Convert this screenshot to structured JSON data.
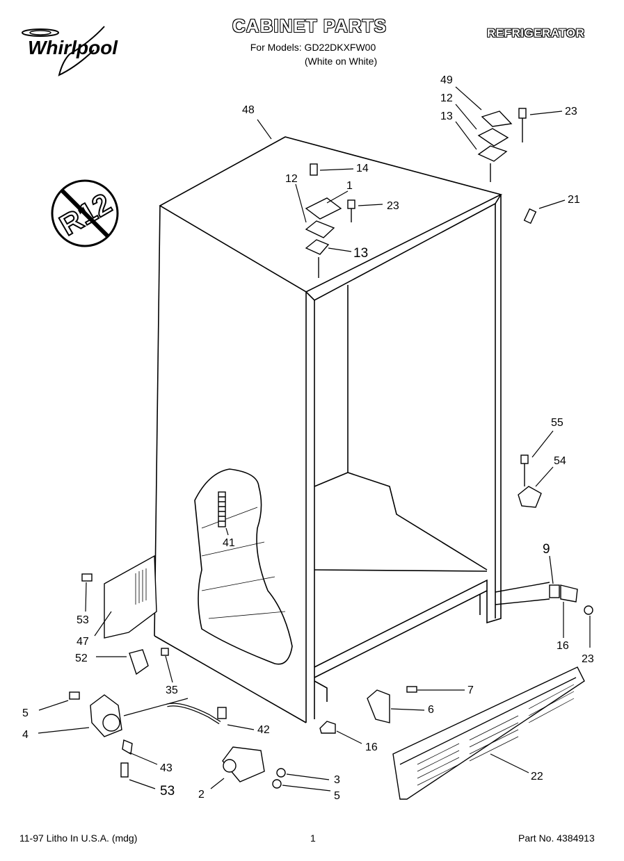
{
  "brand": "Whirlpool",
  "header": {
    "title": "CABINET PARTS",
    "models": "For Models: GD22DKXFW00",
    "color": "(White on White)",
    "category": "REFRIGERATOR"
  },
  "badge": {
    "text": "R12"
  },
  "footer": {
    "litho": "11-97 Litho In U.S.A. (mdg)",
    "page": "1",
    "part_no": "Part No. 4384913"
  },
  "callouts": {
    "c48": "48",
    "c49": "49",
    "c12a": "12",
    "c13a": "13",
    "c23a": "23",
    "c14": "14",
    "c12b": "12",
    "c1": "1",
    "c23b": "23",
    "c13b": "13",
    "c21": "21",
    "c55": "55",
    "c54": "54",
    "c41": "41",
    "c9": "9",
    "c53a": "53",
    "c47": "47",
    "c16a": "16",
    "c23c": "23",
    "c52": "52",
    "c35": "35",
    "c7": "7",
    "c5a": "5",
    "c6": "6",
    "c4": "4",
    "c42": "42",
    "c16b": "16",
    "c43": "43",
    "c22": "22",
    "c53b": "53",
    "c3": "3",
    "c2": "2",
    "c5b": "5"
  }
}
